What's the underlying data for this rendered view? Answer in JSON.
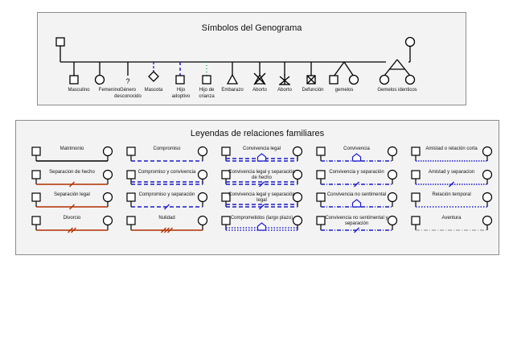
{
  "symbols": {
    "title": "Símbolos del Genograma",
    "unknown_mark": "?",
    "items": [
      {
        "id": "masculino",
        "label": "Masculino"
      },
      {
        "id": "femenino",
        "label": "Femenino"
      },
      {
        "id": "genero",
        "label": "Género desconocido"
      },
      {
        "id": "mascota",
        "label": "Mascota"
      },
      {
        "id": "hijo-adoptivo",
        "label": "Hijo adoptivo"
      },
      {
        "id": "hijo-crianza",
        "label": "Hijo de crianza"
      },
      {
        "id": "embarazo",
        "label": "Embarazo"
      },
      {
        "id": "aborto-espontaneo",
        "label": "Aborto"
      },
      {
        "id": "aborto-provocado",
        "label": "Aborto"
      },
      {
        "id": "defuncion",
        "label": "Defunción"
      },
      {
        "id": "gemelos",
        "label": "gemelos"
      },
      {
        "id": "gemelos-identicos",
        "label": "Gemelos identicos"
      }
    ]
  },
  "legends": {
    "title": "Leyendas de relaciones familiares",
    "colors": {
      "black": "#000000",
      "brown": "#b03000",
      "blue": "#1a1acc",
      "gray": "#aaaaaa"
    },
    "columns": [
      [
        "Matrimonio",
        "Separacion de hecho",
        "Separación legal",
        "Divorcio"
      ],
      [
        "Compromiso",
        "Compromiso y convivencia",
        "Compromiso y separación",
        "Nulidad"
      ],
      [
        "Convivencia legal",
        "Convivencia legal y separación de hecho",
        "Convivencia legal y separación legal",
        "Comprometidos (largo plazo)"
      ],
      [
        "Convivencia",
        "Convivencia y separación",
        "Convivencia no sentimental",
        "Convivencia no sentimental y separación"
      ],
      [
        "Amistad o relación corta",
        "Amistad y separacion",
        "Relación temporal",
        "Aventura"
      ]
    ]
  }
}
